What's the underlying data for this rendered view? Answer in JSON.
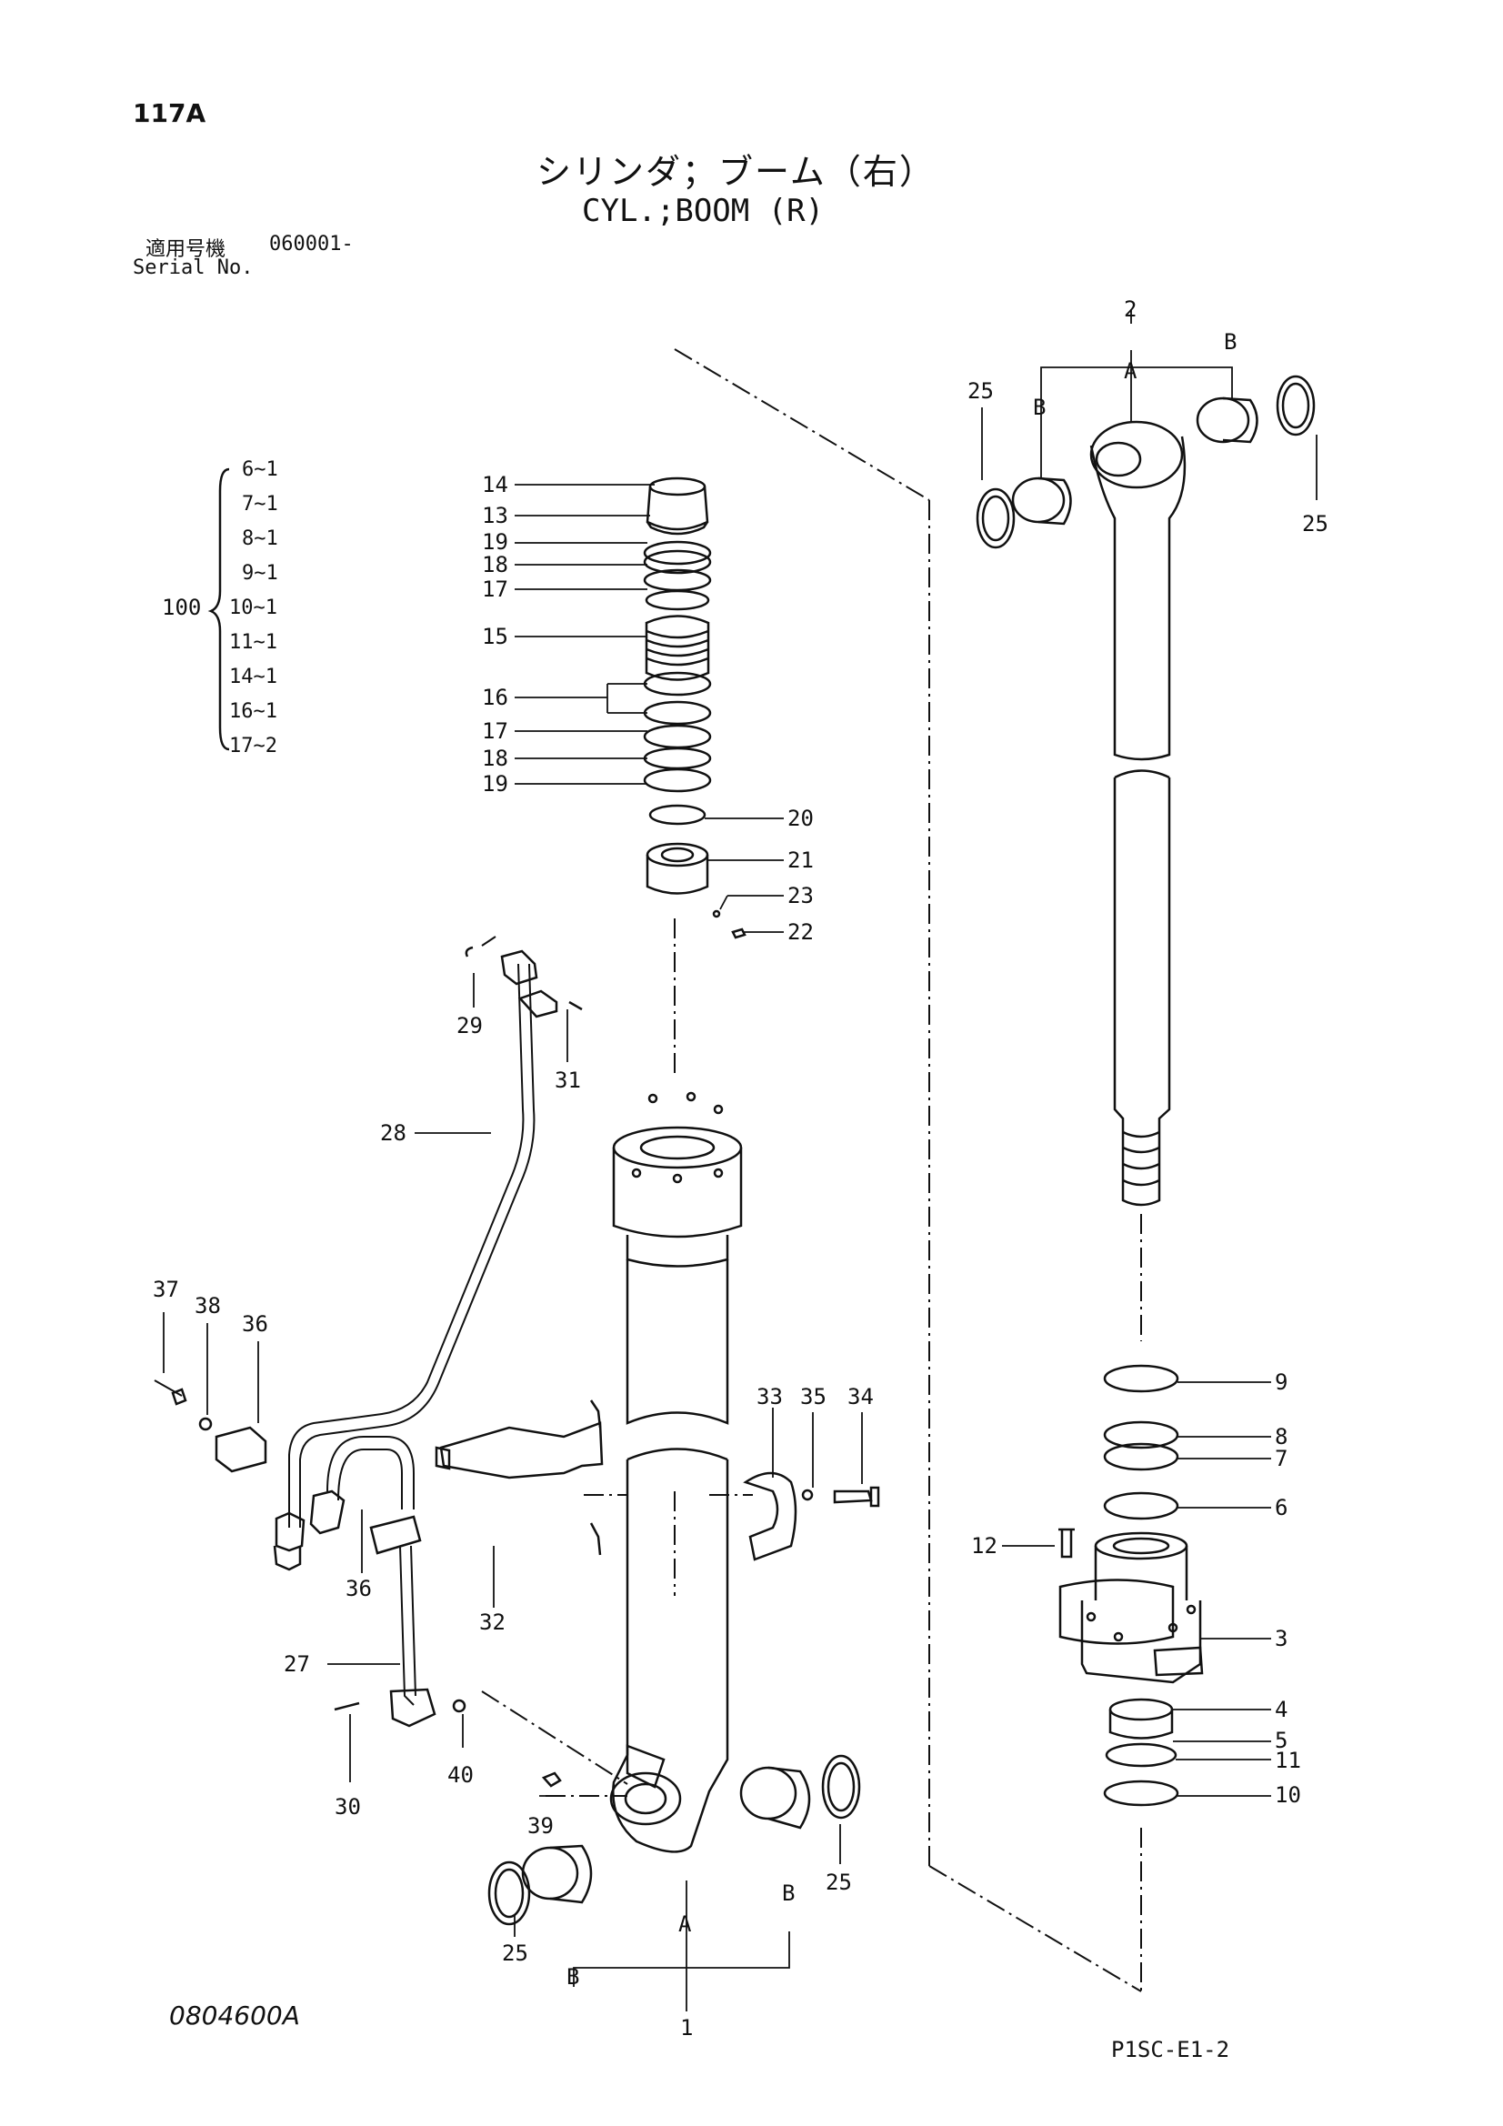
{
  "header": {
    "page_code": "117A",
    "title_jp": "シリンダ；ブーム（右）",
    "title_en": "CYL.;BOOM (R)",
    "serial_label_jp": "適用号機",
    "serial_value": "060001-",
    "serial_label_en": "Serial No."
  },
  "kit": {
    "number": "100",
    "items": [
      "6~1",
      "7~1",
      "8~1",
      "9~1",
      "10~1",
      "11~1",
      "14~1",
      "16~1",
      "17~2"
    ]
  },
  "callouts": {
    "c1": "1",
    "c2": "2",
    "c3": "3",
    "c4": "4",
    "c5": "5",
    "c6": "6",
    "c7": "7",
    "c8": "8",
    "c9": "9",
    "c10": "10",
    "c11": "11",
    "c12": "12",
    "c13": "13",
    "c14": "14",
    "c15": "15",
    "c16": "16",
    "c17": "17",
    "c18": "18",
    "c19": "19",
    "c20": "20",
    "c21": "21",
    "c22": "22",
    "c23": "23",
    "c25": "25",
    "c27": "27",
    "c28": "28",
    "c29": "29",
    "c30": "30",
    "c31": "31",
    "c32": "32",
    "c33": "33",
    "c34": "34",
    "c35": "35",
    "c36": "36",
    "c37": "37",
    "c38": "38",
    "c39": "39",
    "c40": "40",
    "cA": "A",
    "cB": "B"
  },
  "footer": {
    "drawing_number": "0804600A",
    "sheet_ref": "P1SC-E1-2"
  }
}
